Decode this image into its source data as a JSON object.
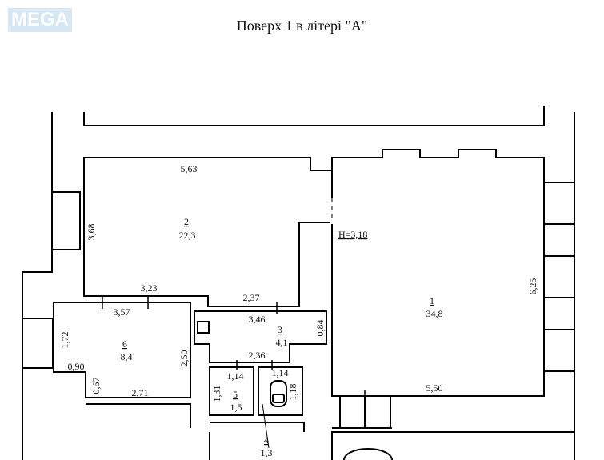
{
  "brand": {
    "logo_text": "MEGA"
  },
  "title": "Поверх 1 в літері \"А\"",
  "height_label": "H=3,18",
  "rooms": [
    {
      "number": "1",
      "area": "34,8"
    },
    {
      "number": "2",
      "area": "22,3"
    },
    {
      "number": "3",
      "area": "4,1"
    },
    {
      "number": "4",
      "area": "1,3"
    },
    {
      "number": "5",
      "area": "1,5"
    },
    {
      "number": "6",
      "area": "8,4"
    }
  ],
  "dimensions": {
    "r2_top": "5,63",
    "r2_left": "3,68",
    "r2_bottom_left": "3,23",
    "r2_bottom_right": "2,37",
    "r1_right": "6,25",
    "r1_bottom": "5,50",
    "r6_top": "3,57",
    "r6_left": "1,72",
    "r6_notch_w": "0,90",
    "r6_notch_h": "0,67",
    "r6_bottom": "2,71",
    "r6_right": "2,50",
    "r3_top": "3,46",
    "r3_right": "0,84",
    "r3_bottom": "2,36",
    "r5_top": "1,14",
    "r5_left": "1,31",
    "wc_top": "1,14",
    "wc_right": "1,18"
  }
}
